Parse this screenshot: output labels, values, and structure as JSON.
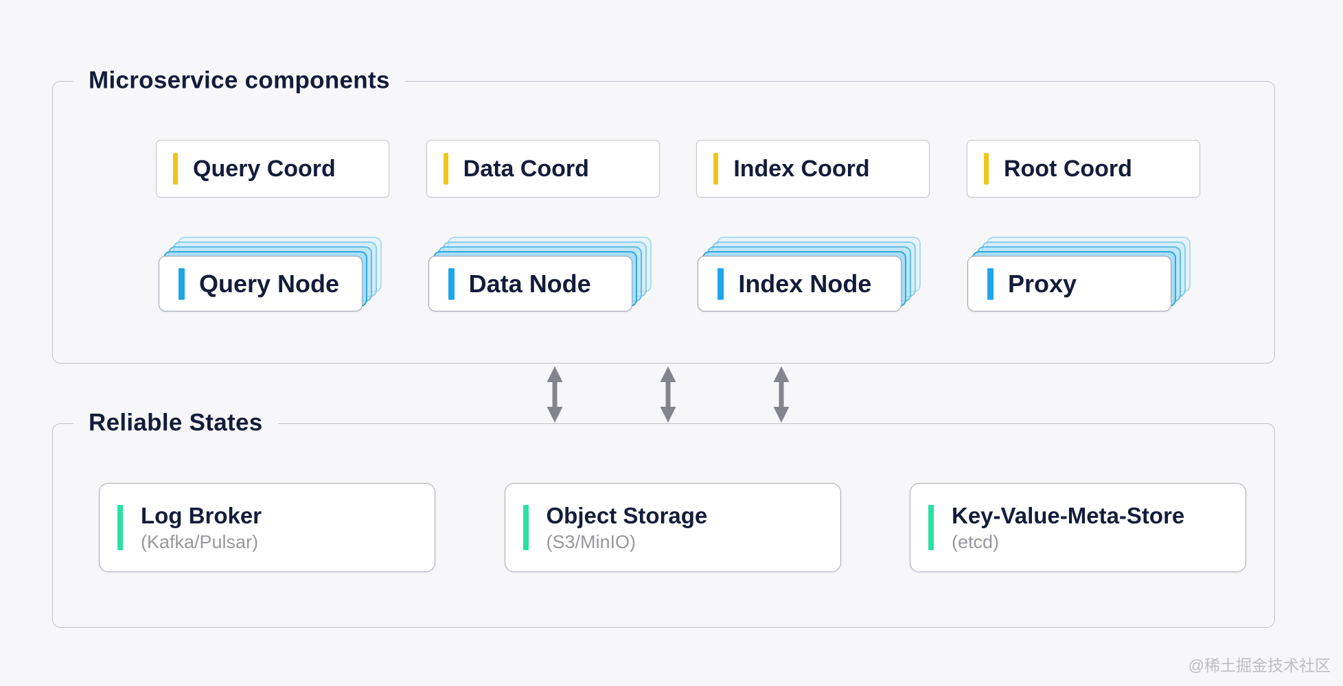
{
  "colors": {
    "background": "#f7f7f9",
    "text_primary": "#131c3a",
    "text_secondary": "#97979f",
    "container_border": "#bfc2cc",
    "coord_accent": "#f0c41b",
    "node_accent": "#1ca7ec",
    "node_stack_blue": "#22a0d9",
    "store_accent": "#2ae0a5",
    "arrow": "#84848f"
  },
  "microservice_section": {
    "title": "Microservice components",
    "coord_boxes": [
      {
        "label": "Query Coord"
      },
      {
        "label": "Data Coord"
      },
      {
        "label": "Index Coord"
      },
      {
        "label": "Root Coord"
      }
    ],
    "node_cards": [
      {
        "label": "Query Node"
      },
      {
        "label": "Data Node"
      },
      {
        "label": "Index Node"
      },
      {
        "label": "Proxy"
      }
    ]
  },
  "reliable_section": {
    "title": "Reliable States",
    "store_cards": [
      {
        "label": "Log Broker",
        "sublabel": "(Kafka/Pulsar)"
      },
      {
        "label": "Object Storage",
        "sublabel": "(S3/MinIO)"
      },
      {
        "label": "Key-Value-Meta-Store",
        "sublabel": "(etcd)"
      }
    ]
  },
  "watermark": "@稀土掘金技术社区"
}
